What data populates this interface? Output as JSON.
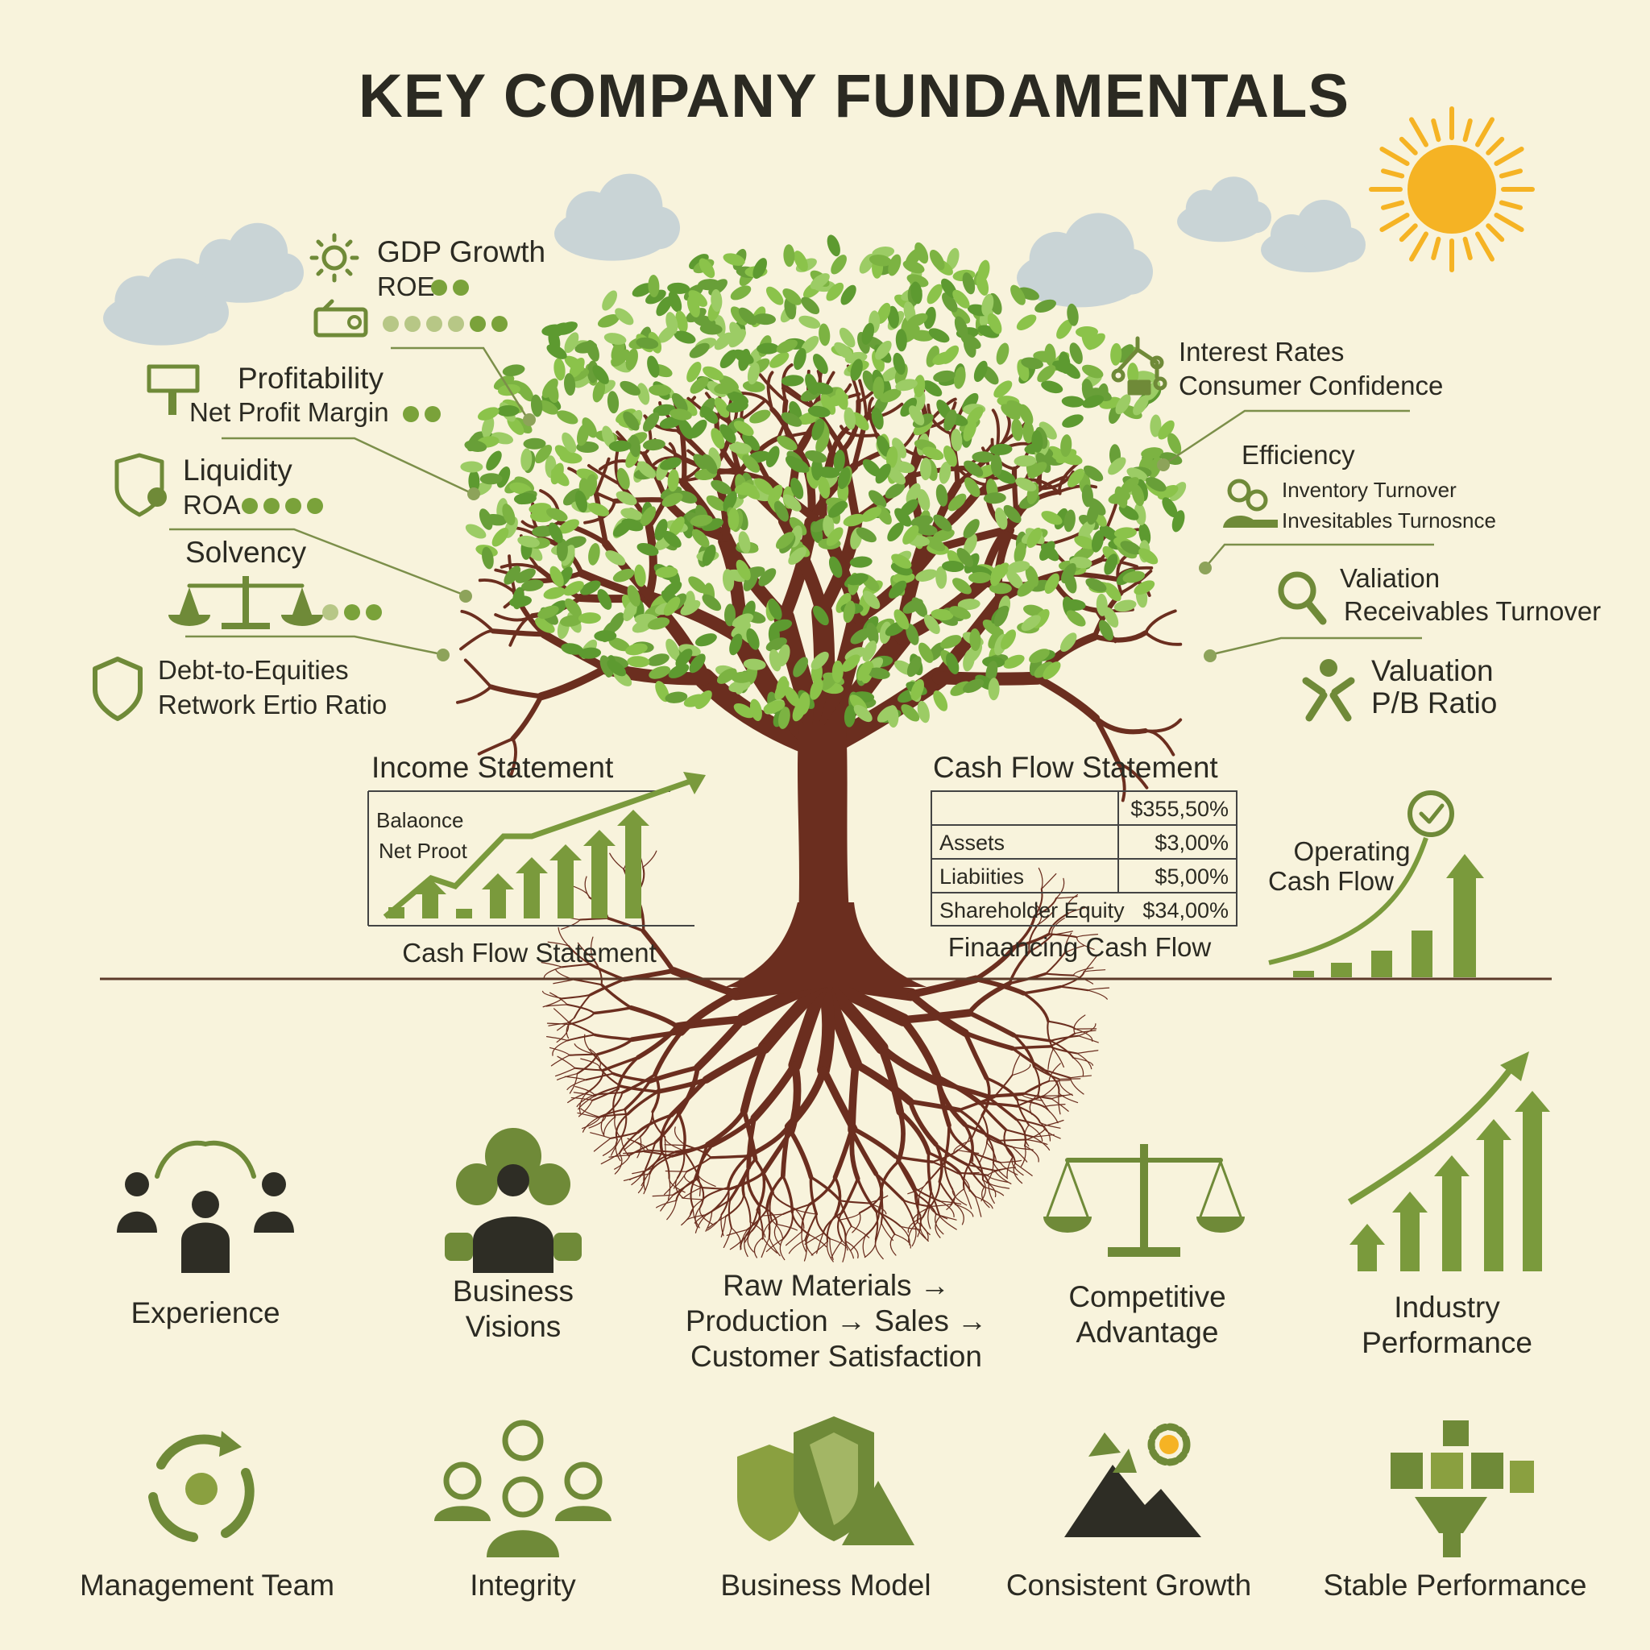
{
  "title": "KEY COMPANY FUNDAMENTALS",
  "colors": {
    "background": "#f8f3dc",
    "accent_green": "#6f8a38",
    "leaf_green": "#7cb342",
    "trunk_brown": "#6b2e1f",
    "sun": "#f5b324",
    "cloud": "#c9d4d6",
    "text": "#2b2a22"
  },
  "left_labels": [
    {
      "icon": "sun-icon",
      "title": "GDP Growth",
      "subtitle": "ROE",
      "rating": 2
    },
    {
      "icon": "radio-icon",
      "rating": 6
    },
    {
      "icon": "sign-icon",
      "title": "Profitability",
      "subtitle": "Net Profit Margin",
      "rating": 2
    },
    {
      "icon": "shield-badge-icon",
      "title": "Liquidity",
      "subtitle": "ROA",
      "rating": 4
    },
    {
      "icon": "scale-icon",
      "title": "Solvency",
      "rating": 3
    },
    {
      "icon": "shield-icon",
      "title": "Debt-to-Equities",
      "subtitle": "Retwork Ertio Ratio"
    }
  ],
  "right_labels": [
    {
      "icon": "network-icon",
      "title": "Interest Rates",
      "subtitle": "Consumer Confidence"
    },
    {
      "icon": "people-icon",
      "title": "Efficiency",
      "line1": "Inventory Turnover",
      "line2": "Invesitables Turnosnce"
    },
    {
      "icon": "magnifier-icon",
      "title": "Valiation",
      "subtitle": "Receivables Turnover"
    },
    {
      "icon": "person-icon",
      "title": "Valuation",
      "subtitle": "P/B Ratio"
    }
  ],
  "income_statement": {
    "title": "Income Statement",
    "line1": "Balaonce",
    "line2": "Net Proot",
    "caption": "Cash Flow Statement"
  },
  "cash_flow_statement": {
    "title": "Cash Flow Statement",
    "rows": [
      {
        "label": "",
        "value": "$355,50%"
      },
      {
        "label": "Assets",
        "value": "$3,00%"
      },
      {
        "label": "Liabiities",
        "value": "$5,00%"
      },
      {
        "label": "Shareholder Equity",
        "value": "$34,00%"
      }
    ],
    "caption": "Finaancing Cash Flow"
  },
  "operating_cash_flow": {
    "line1": "Operating",
    "line2": "Cash Flow"
  },
  "bottom_row_1": [
    {
      "icon": "team-cycle-icon",
      "lines": [
        "Experience"
      ]
    },
    {
      "icon": "business-person-icon",
      "lines": [
        "Business",
        "Visions"
      ]
    },
    {
      "icon": "none",
      "lines": [
        "Raw Materials →",
        "Production → Sales →",
        "Customer Satisfaction"
      ]
    },
    {
      "icon": "scale-icon",
      "lines": [
        "Competitive",
        "Advantage"
      ]
    },
    {
      "icon": "growth-chart-icon",
      "lines": [
        "Industry",
        "Performance"
      ]
    }
  ],
  "bottom_row_2": [
    {
      "icon": "cycle-arrows-icon",
      "label": "Management Team"
    },
    {
      "icon": "group-icon",
      "label": "Integrity"
    },
    {
      "icon": "shields-icon",
      "label": "Business Model"
    },
    {
      "icon": "mountain-gear-icon",
      "label": "Consistent Growth"
    },
    {
      "icon": "blocks-icon",
      "label": "Stable Performance"
    }
  ]
}
